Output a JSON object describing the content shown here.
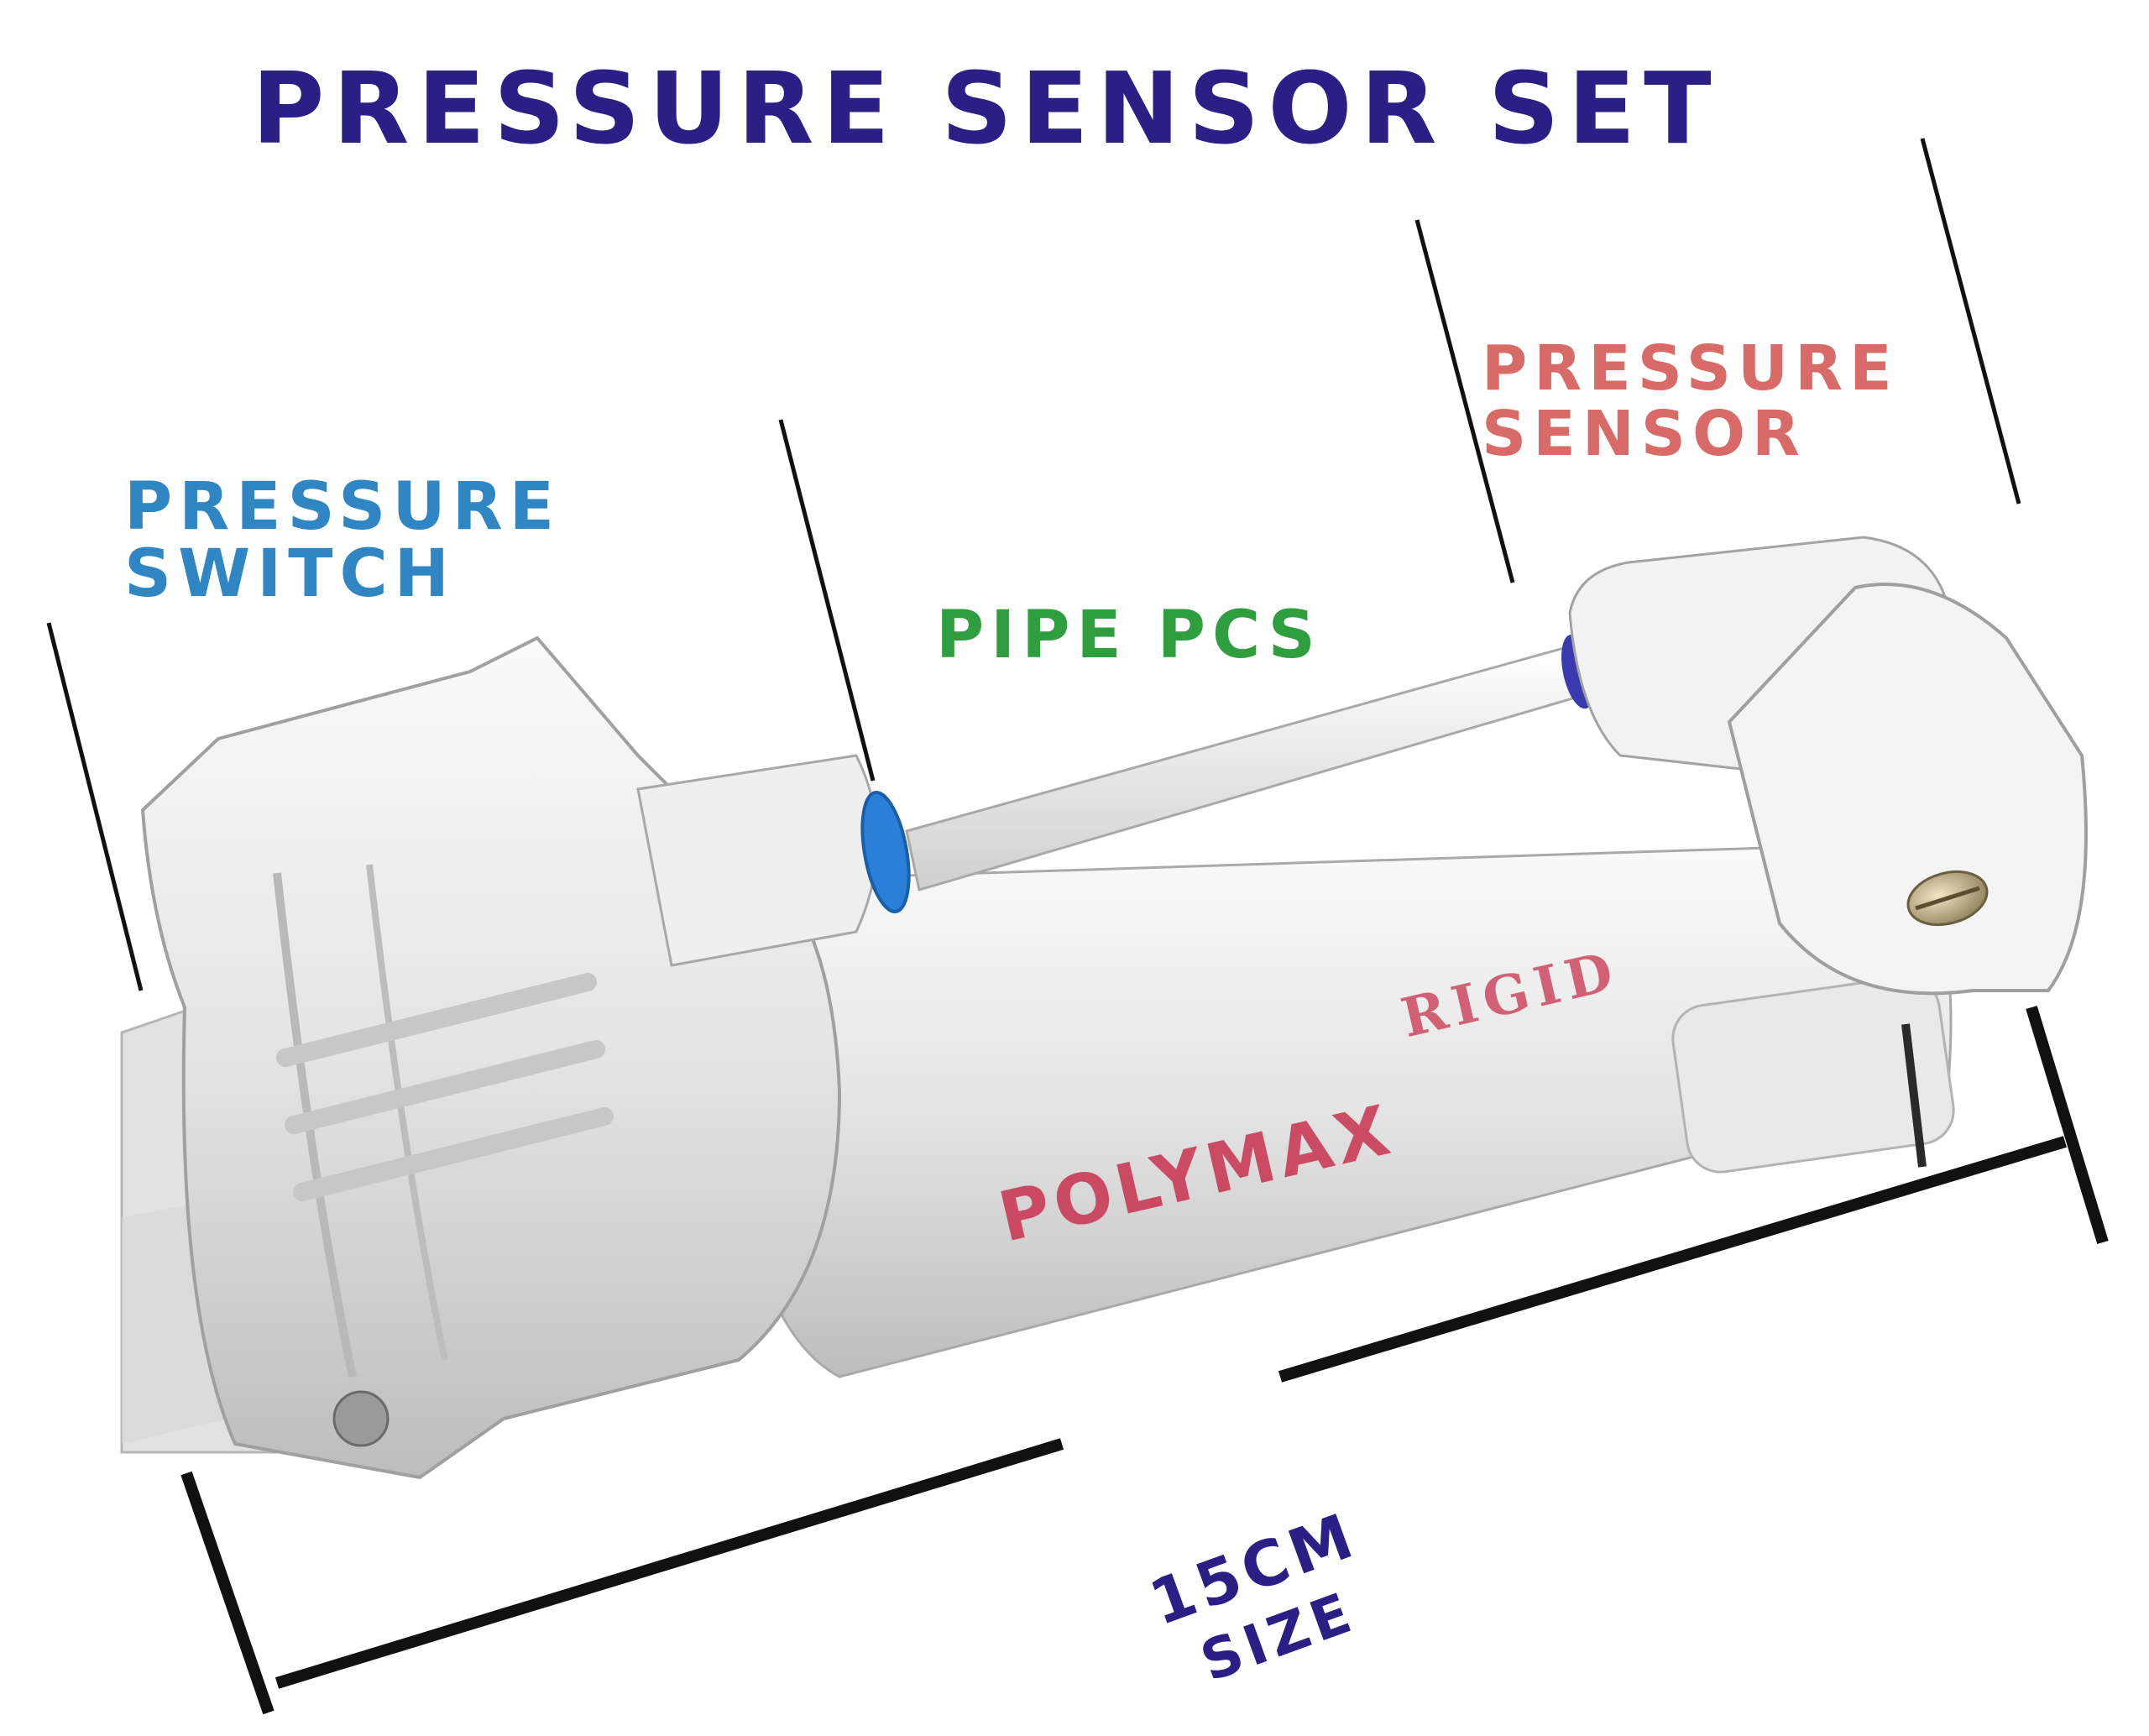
{
  "title": "PRESSURE SENSOR SET",
  "labels": {
    "pressure_switch": [
      "PRESSURE",
      "SWITCH"
    ],
    "pipe": "PIPE PCS",
    "pressure_sensor": [
      "PRESSURE",
      "SENSOR"
    ],
    "size": [
      "15CM",
      "SIZE"
    ]
  },
  "product_print": [
    "POLYMAX",
    "RIGID"
  ],
  "colors": {
    "title": "#2b1f86",
    "pressure_switch": "#2f86c3",
    "pipe": "#2f9e3e",
    "pressure_sensor": "#d86a68",
    "size": "#2b1f86",
    "print": "#c8324e",
    "fitting_ring": "#2a7fd8"
  }
}
